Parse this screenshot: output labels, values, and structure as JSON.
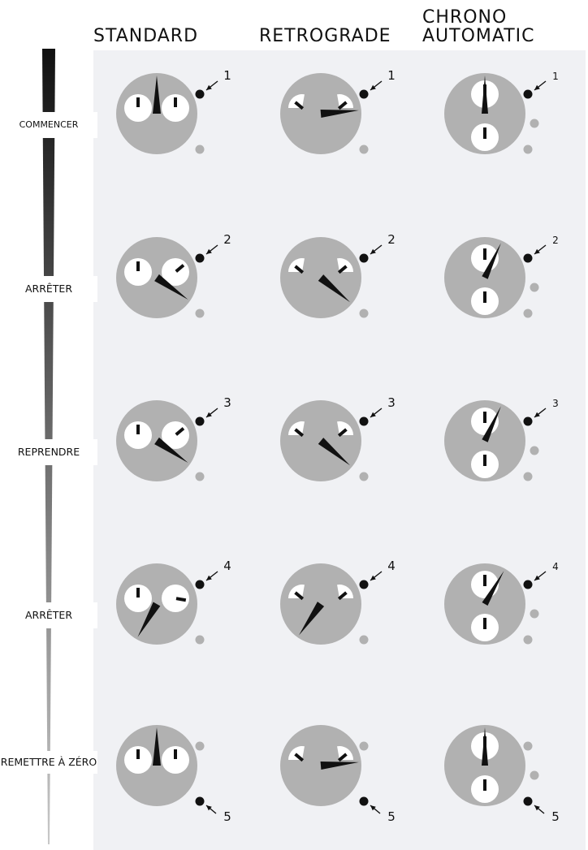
{
  "columns": [
    {
      "title": "STANDARD",
      "type": "standard"
    },
    {
      "title": "RETROGRADE",
      "type": "retrograde"
    },
    {
      "title": "CHRONO AUTOMATIC",
      "type": "chrono"
    }
  ],
  "actions": [
    "COMMENCER",
    "ARRÊTER",
    "REPRENDRE",
    "ARRÊTER",
    "REMETTRE À ZÉRO"
  ],
  "steps": [
    {
      "number": "1",
      "pressed_button": "top",
      "standard": {
        "hand_deg": 0,
        "left_sub_deg": 0,
        "right_sub_deg": 0
      },
      "retrograde": {
        "hand_deg": 85,
        "left_sub_deg": -50,
        "right_sub_deg": 50
      },
      "chrono": {
        "hand_deg": 0,
        "top_sub_deg": 0,
        "bottom_sub_deg": 0
      }
    },
    {
      "number": "2",
      "pressed_button": "top",
      "standard": {
        "hand_deg": 125,
        "left_sub_deg": 0,
        "right_sub_deg": 50
      },
      "retrograde": {
        "hand_deg": 130,
        "left_sub_deg": -50,
        "right_sub_deg": 50
      },
      "chrono": {
        "hand_deg": 25,
        "top_sub_deg": 0,
        "bottom_sub_deg": 0
      }
    },
    {
      "number": "3",
      "pressed_button": "top",
      "standard": {
        "hand_deg": 125,
        "left_sub_deg": 0,
        "right_sub_deg": 50
      },
      "retrograde": {
        "hand_deg": 130,
        "left_sub_deg": -50,
        "right_sub_deg": 50
      },
      "chrono": {
        "hand_deg": 25,
        "top_sub_deg": 0,
        "bottom_sub_deg": 0
      }
    },
    {
      "number": "4",
      "pressed_button": "top",
      "standard": {
        "hand_deg": 210,
        "left_sub_deg": 0,
        "right_sub_deg": 100
      },
      "retrograde": {
        "hand_deg": 215,
        "left_sub_deg": -50,
        "right_sub_deg": 50
      },
      "chrono": {
        "hand_deg": 30,
        "top_sub_deg": 0,
        "bottom_sub_deg": 0
      }
    },
    {
      "number": "5",
      "pressed_button": "bottom",
      "standard": {
        "hand_deg": 0,
        "left_sub_deg": 0,
        "right_sub_deg": 0
      },
      "retrograde": {
        "hand_deg": 85,
        "left_sub_deg": -50,
        "right_sub_deg": 50
      },
      "chrono": {
        "hand_deg": 0,
        "top_sub_deg": 0,
        "bottom_sub_deg": 0
      }
    }
  ],
  "colors": {
    "column_background": "#f0f1f4",
    "dial": "#b1b1b1",
    "subdial": "#ffffff",
    "hand": "#111111",
    "pressed_button": "#111111",
    "idle_button": "#b1b1b1",
    "timeline_start": "#111111",
    "timeline_end": "#c8c8c8"
  }
}
